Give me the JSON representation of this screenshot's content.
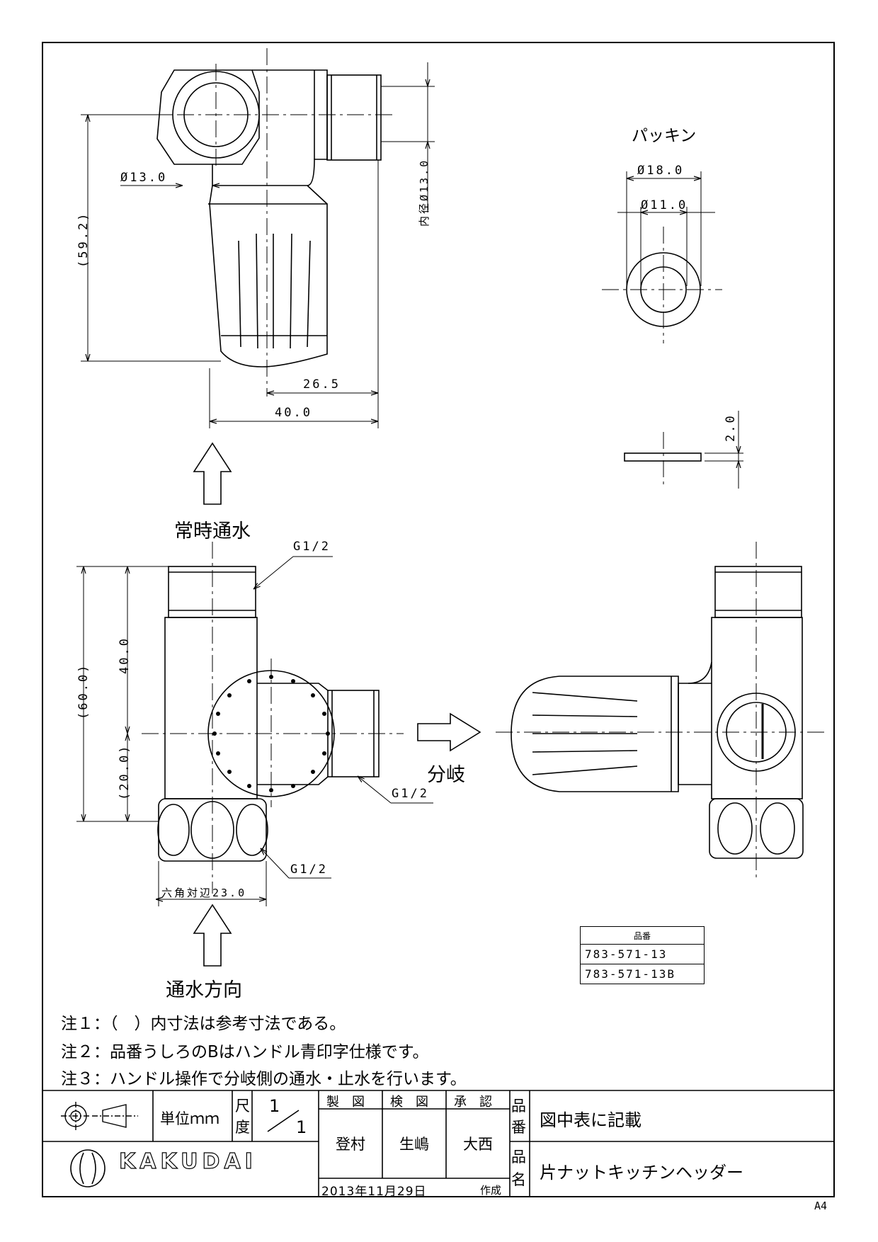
{
  "dimensions": {
    "d_13_0": "Ø13.0",
    "inner_13_0": "内径Ø13.0",
    "h_59_2": "(59.2)",
    "w_26_5": "26.5",
    "w_40_0": "40.0",
    "pk_18_0": "Ø18.0",
    "pk_11_0": "Ø11.0",
    "pk_2_0": "2.0",
    "h_60_0": "(60.0)",
    "h_40_0": "40.0",
    "h_20_0": "(20.0)",
    "hex_23_0": "六角対辺23.0"
  },
  "labels": {
    "packing": "パッキン",
    "constant_flow": "常時通水",
    "branch": "分岐",
    "flow_direction": "通水方向",
    "thread_top": "G1/2",
    "thread_side": "G1/2",
    "thread_bottom": "G1/2"
  },
  "parts_table": {
    "header": "品番",
    "rows": [
      "783-571-13",
      "783-571-13B"
    ]
  },
  "notes": [
    "注１：（　）内寸法は参考寸法である。",
    "注２：品番うしろのBはハンドル青印字仕様です。",
    "注３：ハンドル操作で分岐側の通水・止水を行います。"
  ],
  "title_block": {
    "unit_label": "単位ｍｍ",
    "scale_label_1": "尺",
    "scale_label_2": "度",
    "scale_num": "1",
    "scale_den": "1",
    "drawn_label": "製　図",
    "checked_label": "検　図",
    "approved_label": "承　認",
    "drawn_by": "登村",
    "checked_by": "生嶋",
    "approved_by": "大西",
    "date": "2013年11月29日",
    "created_label": "作成",
    "part_no_label_1": "品",
    "part_no_label_2": "番",
    "part_no_value": "図中表に記載",
    "part_name_label_1": "品",
    "part_name_label_2": "名",
    "part_name_value": "片ナットキッチンヘッダー",
    "company": "KAKUDAI"
  },
  "paper_size": "A4"
}
